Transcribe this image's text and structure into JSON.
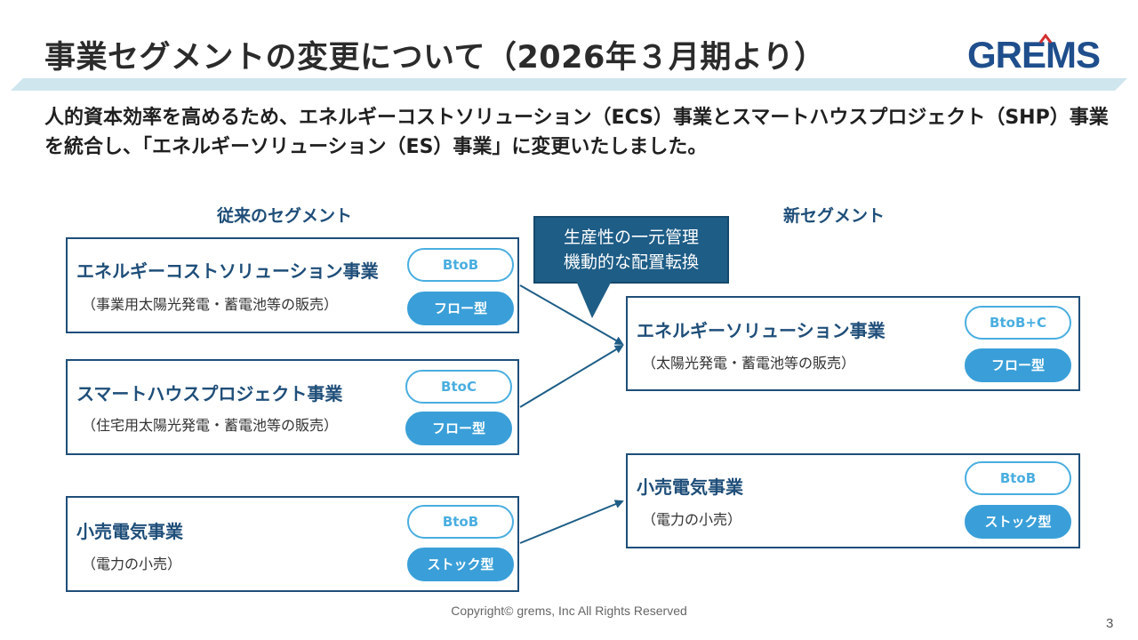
{
  "header": {
    "title": "事業セグメントの変更について（2026年３月期より）",
    "logo_text": "GREMS"
  },
  "lead_text": "人的資本効率を高めるため、エネルギーコストソリューション（ECS）事業とスマートハウスプロジェクト（SHP）事業を統合し、「エネルギーソリューション（ES）事業」に変更いたしました。",
  "old_segments": {
    "heading": "従来のセグメント",
    "items": [
      {
        "name": "エネルギーコストソリューション事業",
        "desc": "（事業用太陽光発電・蓄電池等の販売）",
        "target": "BtoB",
        "model": "フロー型"
      },
      {
        "name": "スマートハウスプロジェクト事業",
        "desc": "（住宅用太陽光発電・蓄電池等の販売）",
        "target": "BtoC",
        "model": "フロー型"
      },
      {
        "name": "小売電気事業",
        "desc": "（電力の小売）",
        "target": "BtoB",
        "model": "ストック型"
      }
    ]
  },
  "new_segments": {
    "heading": "新セグメント",
    "items": [
      {
        "name": "エネルギーソリューション事業",
        "desc": "（太陽光発電・蓄電池等の販売）",
        "target": "BtoB+C",
        "model": "フロー型"
      },
      {
        "name": "小売電気事業",
        "desc": "（電力の小売）",
        "target": "BtoB",
        "model": "ストック型"
      }
    ]
  },
  "callout": {
    "line1": "生産性の一元管理",
    "line2": "機動的な配置転換"
  },
  "footer": {
    "copyright": "Copyright© grems, Inc All Rights Reserved",
    "page_number": "3"
  },
  "colors": {
    "navy": "#1f4e79",
    "pill_blue": "#3a9fd8",
    "callout_bg": "#1e5d86",
    "title_bar": "#cfe6ee"
  }
}
